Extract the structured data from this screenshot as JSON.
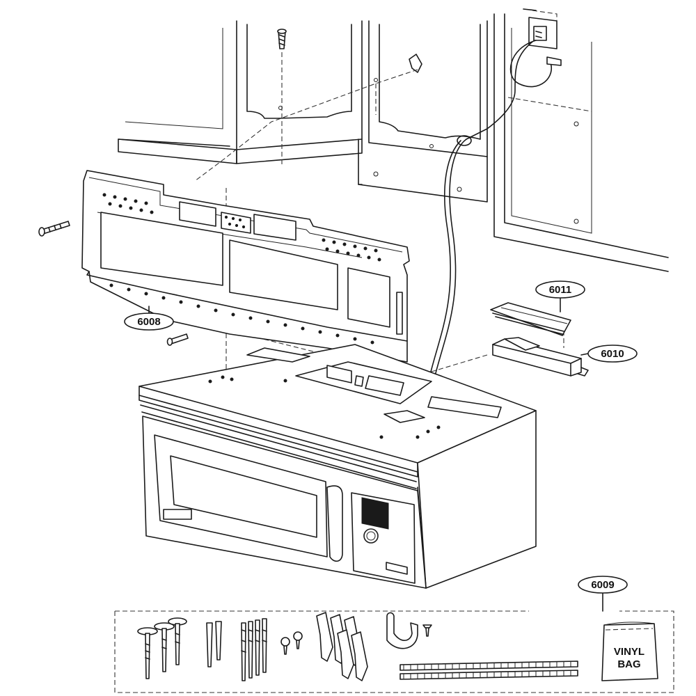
{
  "diagram": {
    "type": "exploded-parts-view",
    "callouts": [
      {
        "id": "bracket",
        "label": "6008"
      },
      {
        "id": "kit",
        "label": "6009"
      },
      {
        "id": "duct",
        "label": "6010"
      },
      {
        "id": "damper",
        "label": "6011"
      }
    ],
    "bag": {
      "line1": "VINYL",
      "line2": "BAG"
    }
  }
}
